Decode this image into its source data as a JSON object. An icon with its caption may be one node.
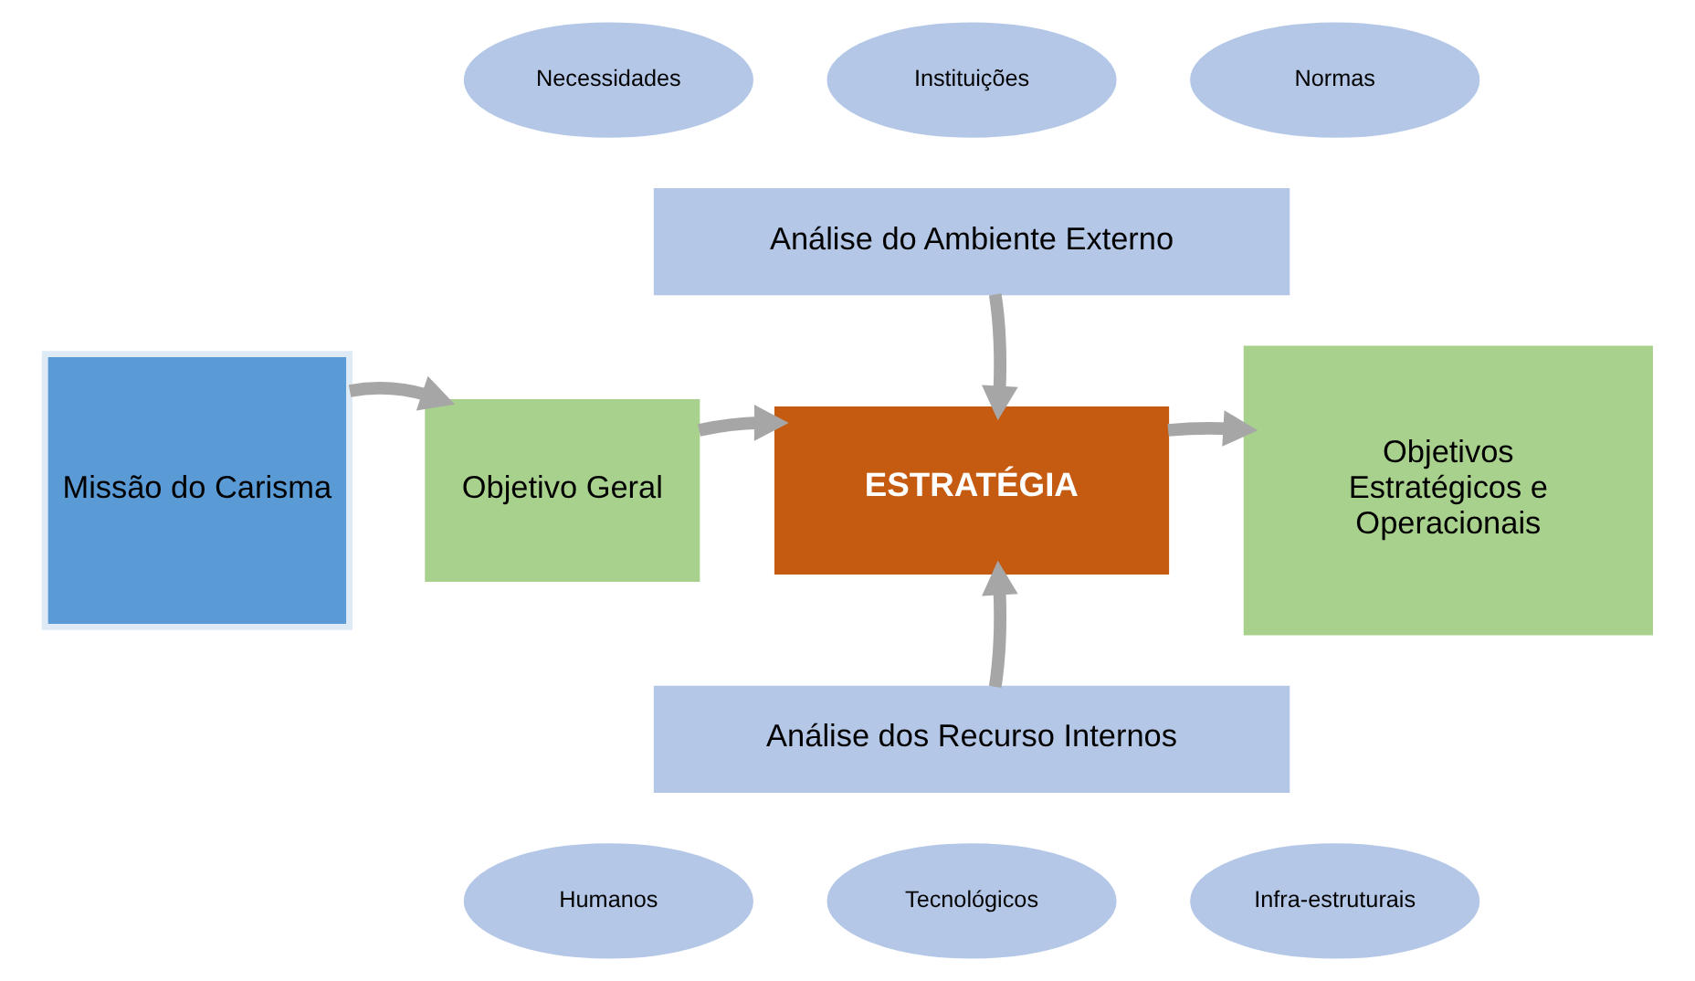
{
  "diagram": {
    "nodes": [
      {
        "text": [
          "Necessidades"
        ]
      },
      {
        "text": [
          "Instituições"
        ]
      },
      {
        "text": [
          "Normas"
        ]
      },
      {
        "text": [
          "Análise do Ambiente Externo"
        ]
      },
      {
        "text": [
          "Missão do Carisma"
        ]
      },
      {
        "text": [
          "Objetivo Geral"
        ]
      },
      {
        "text": [
          "ESTRATÉGIA"
        ]
      },
      {
        "text": [
          "Objetivos Estratégicos e Operacionais"
        ]
      },
      {
        "text": [
          "Análise dos Recurso Internos"
        ]
      },
      {
        "text": [
          "Humanos"
        ]
      },
      {
        "text": [
          "Tecnológicos"
        ]
      },
      {
        "text": [
          "Infra-estruturais"
        ]
      }
    ],
    "edges": [
      {
        "from": 3,
        "to": 6,
        "arrow": "to"
      },
      {
        "from": 4,
        "to": 5,
        "arrow": "to"
      },
      {
        "from": 5,
        "to": 6,
        "arrow": "to"
      },
      {
        "from": 6,
        "to": 7,
        "arrow": "to"
      },
      {
        "from": 8,
        "to": 6,
        "arrow": "to"
      }
    ]
  }
}
